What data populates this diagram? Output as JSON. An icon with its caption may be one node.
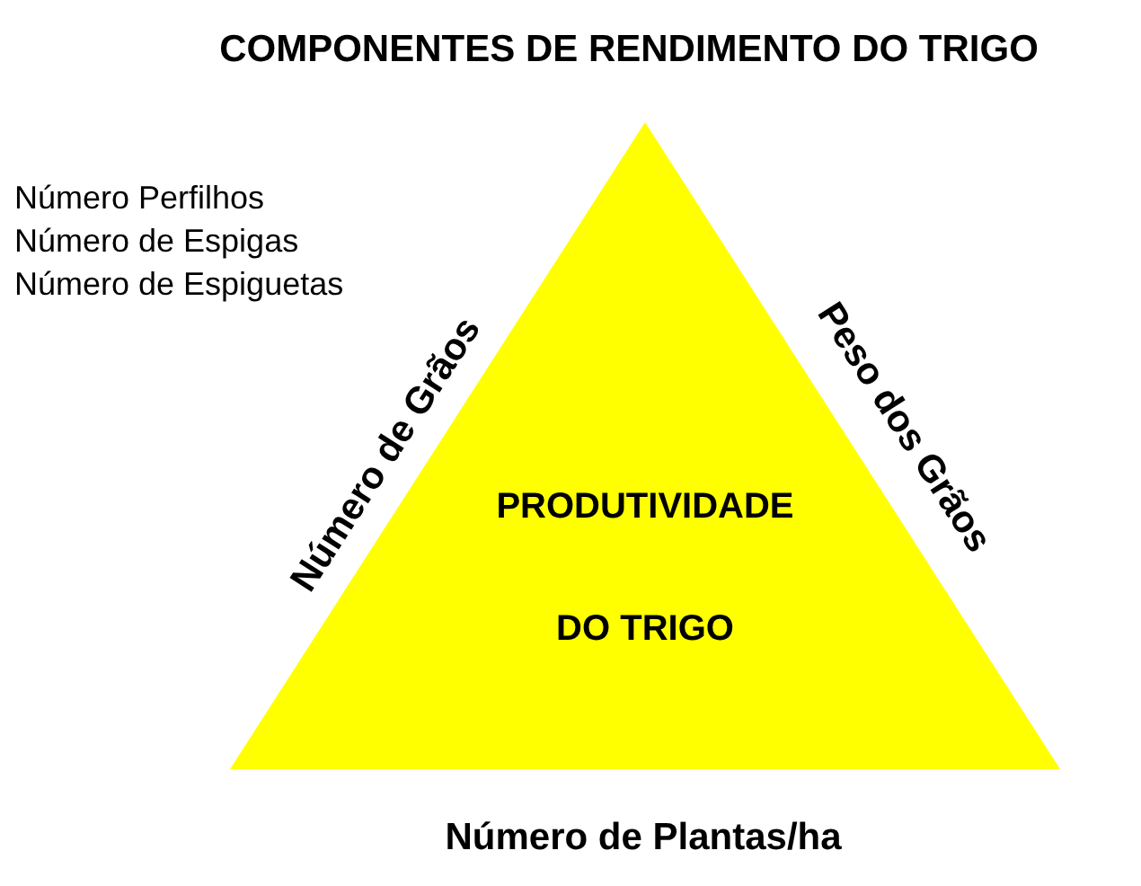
{
  "diagram": {
    "title": "COMPONENTES DE RENDIMENTO DO TRIGO",
    "nodes": [
      {
        "text": [
          "PRODUTIVIDADE DO TRIGO"
        ],
        "beside": [
          "Número de Grãos",
          "Peso dos Grãos",
          "Número de Plantas/ha"
        ]
      }
    ],
    "edges": [],
    "labels": [
      "Número Perfilhos",
      "Número de Espigas",
      "Número de Espiguetas"
    ]
  }
}
